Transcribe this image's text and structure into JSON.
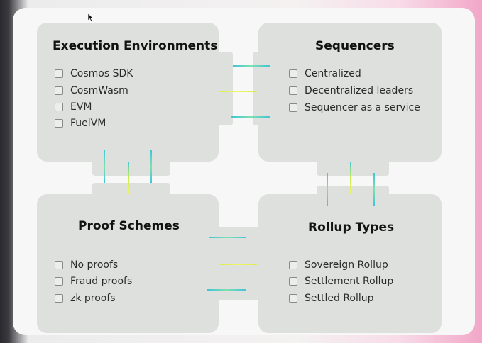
{
  "cards": {
    "execution": {
      "title": "Execution Environments",
      "items": [
        "Cosmos SDK",
        "CosmWasm",
        "EVM",
        "FuelVM"
      ]
    },
    "sequencers": {
      "title": "Sequencers",
      "items": [
        "Centralized",
        "Decentralized leaders",
        "Sequencer as a service"
      ]
    },
    "proof": {
      "title": "Proof Schemes",
      "items": [
        "No proofs",
        "Fraud proofs",
        "zk proofs"
      ]
    },
    "rollup": {
      "title": "Rollup Types",
      "items": [
        "Sovereign Rollup",
        "Settlement Rollup",
        "Settled Rollup"
      ]
    }
  },
  "colors": {
    "card": "#dde0dd",
    "connector_cyan": "#3fc6d6",
    "connector_yellow": "#f1f56a"
  }
}
